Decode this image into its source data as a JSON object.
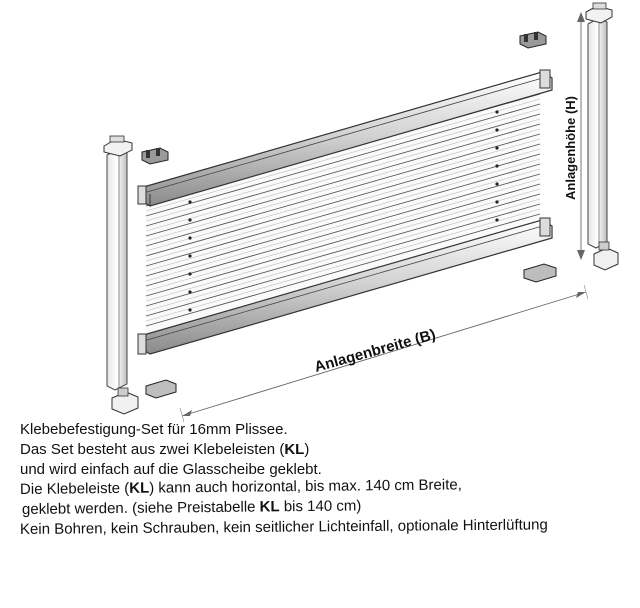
{
  "diagram": {
    "width_label": "Anlagenbreite (B)",
    "height_label": "Anlagenhöhe (H)"
  },
  "description": {
    "line1": "Klebebefestigung-Set für 16mm Plissee.",
    "line2_pre": "Das Set besteht aus zwei Klebeleisten (",
    "line2_bold": "KL",
    "line2_post": ")",
    "line3": "und wird einfach auf die Glasscheibe geklebt.",
    "line4_pre": "Die Klebeleiste (",
    "line4_bold": "KL",
    "line4_post": ") kann auch horizontal, bis max. 140 cm Breite,",
    "line5_pre": "geklebt werden. (siehe Preistabelle ",
    "line5_bold": "KL",
    "line5_post": " bis 140 cm)",
    "line6": "Kein Bohren, kein Schrauben, kein seitlicher Lichteinfall, optionale Hinterlüftung"
  }
}
